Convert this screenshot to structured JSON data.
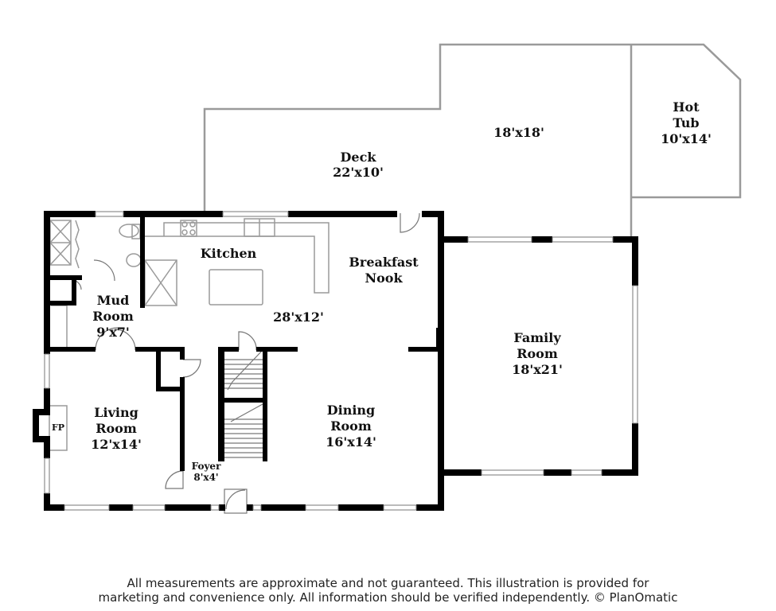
{
  "rooms": {
    "deck": {
      "name": "Deck",
      "size": "22'x10'"
    },
    "deck_upper": {
      "size": "18'x18'"
    },
    "hot_tub": {
      "name_line1": "Hot",
      "name_line2": "Tub",
      "size": "10'x14'"
    },
    "kitchen": {
      "name": "Kitchen"
    },
    "breakfast_nook": {
      "name_line1": "Breakfast",
      "name_line2": "Nook"
    },
    "kitchen_nook_size": {
      "size": "28'x12'"
    },
    "mud_room": {
      "name_line1": "Mud",
      "name_line2": "Room",
      "size": "9'x7'"
    },
    "family_room": {
      "name_line1": "Family",
      "name_line2": "Room",
      "size": "18'x21'"
    },
    "living_room": {
      "name_line1": "Living",
      "name_line2": "Room",
      "size": "12'x14'"
    },
    "dining_room": {
      "name_line1": "Dining",
      "name_line2": "Room",
      "size": "16'x14'"
    },
    "foyer": {
      "name": "Foyer",
      "size": "8'x4'"
    },
    "fireplace": {
      "label": "FP"
    }
  },
  "disclaimer": {
    "line1": "All measurements are approximate and not guaranteed. This illustration is provided for",
    "line2": "marketing and convenience only. All information should be verified independently. © PlanOmatic"
  },
  "colors": {
    "wall": "#000000",
    "outline": "#9a9a9a",
    "background": "#ffffff"
  }
}
